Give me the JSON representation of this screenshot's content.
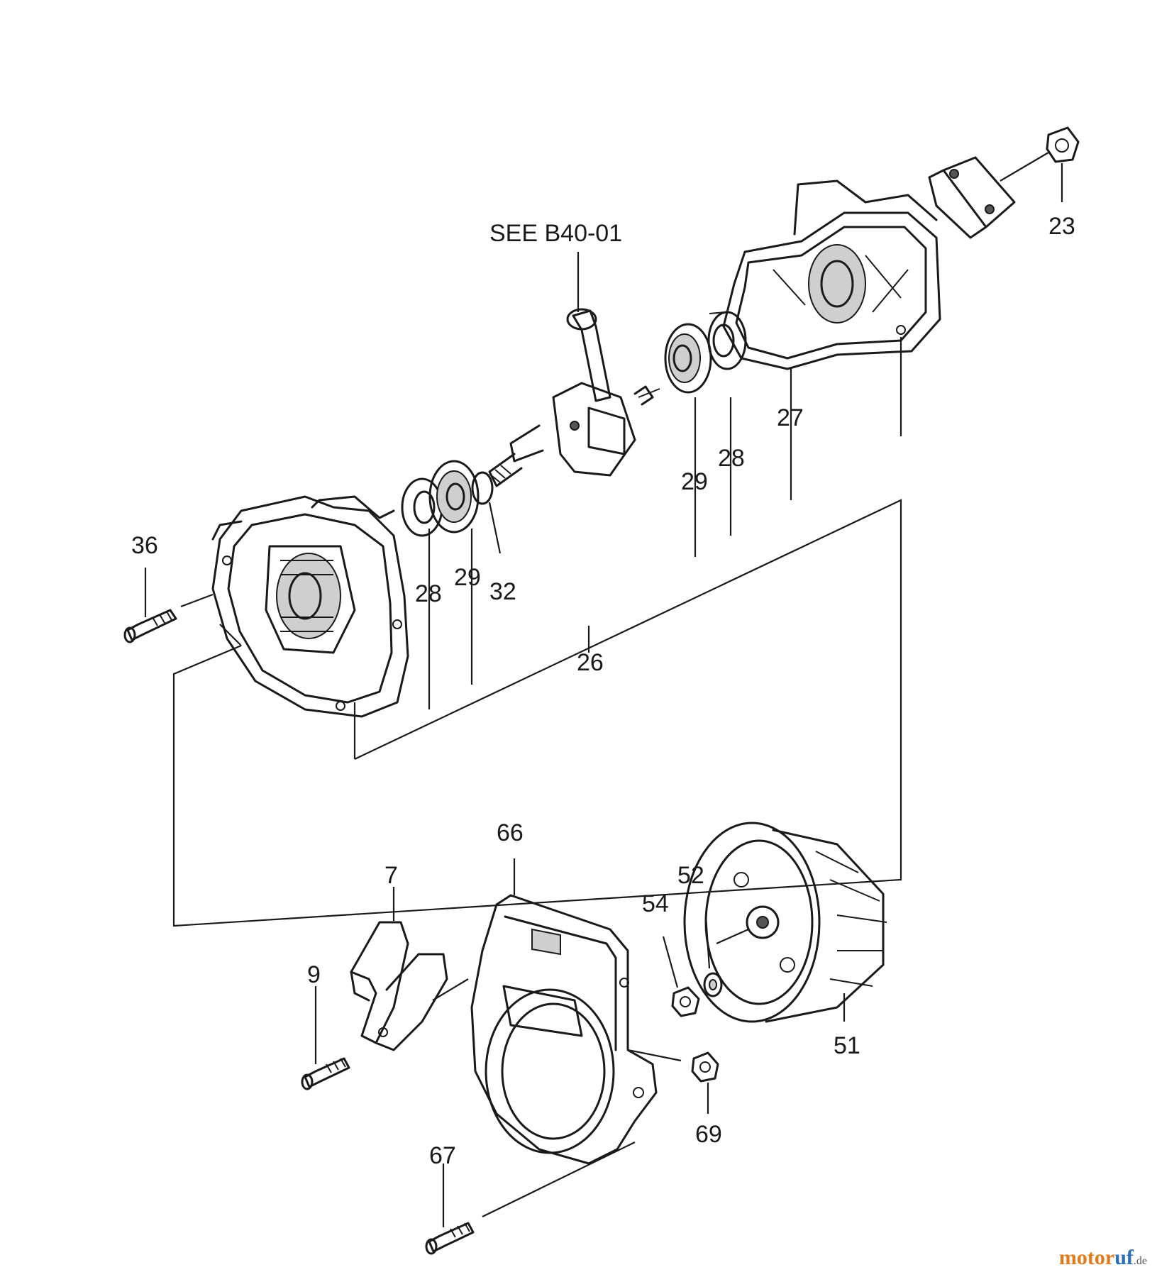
{
  "diagram": {
    "reference_note": "SEE B40-01",
    "callouts": {
      "p23": "23",
      "p27": "27",
      "p28a": "28",
      "p29a": "29",
      "p36": "36",
      "p28b": "28",
      "p29b": "29",
      "p32": "32",
      "p26": "26",
      "p66": "66",
      "p7": "7",
      "p9": "9",
      "p54": "54",
      "p52": "52",
      "p51": "51",
      "p69": "69",
      "p67": "67"
    }
  },
  "watermark": {
    "part1": "motor",
    "part2": "uf",
    "part3": ".de"
  }
}
